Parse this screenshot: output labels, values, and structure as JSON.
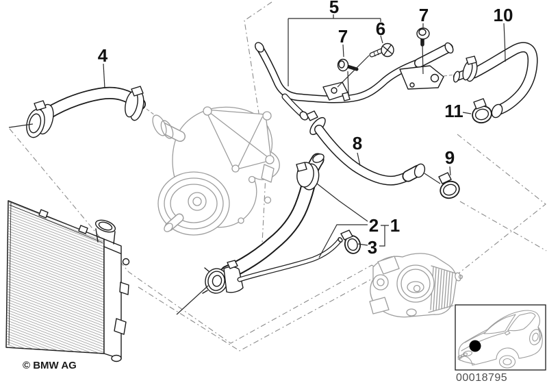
{
  "callouts": [
    {
      "ref": "pos-4",
      "label": "4"
    },
    {
      "ref": "pos-5",
      "label": "5"
    },
    {
      "ref": "pos-6",
      "label": "6"
    },
    {
      "ref": "pos-7-left",
      "label": "7"
    },
    {
      "ref": "pos-7-right",
      "label": "7"
    },
    {
      "ref": "pos-10",
      "label": "10"
    },
    {
      "ref": "pos-11",
      "label": "11"
    },
    {
      "ref": "pos-8",
      "label": "8"
    },
    {
      "ref": "pos-9",
      "label": "9"
    },
    {
      "ref": "pos-1",
      "label": "1"
    },
    {
      "ref": "pos-2",
      "label": "2"
    },
    {
      "ref": "pos-3",
      "label": "3"
    }
  ],
  "footer": {
    "copyright": "© BMW AG"
  },
  "stamp": {
    "diagram_number": "00018795"
  },
  "colors": {
    "ink": "#1a1a1a",
    "context_gray": "#9c9c9c",
    "phantom_gray": "#8a8a8a",
    "stamp_text": "#4d4d4d",
    "background": "#ffffff",
    "location_dot": "#000000"
  }
}
